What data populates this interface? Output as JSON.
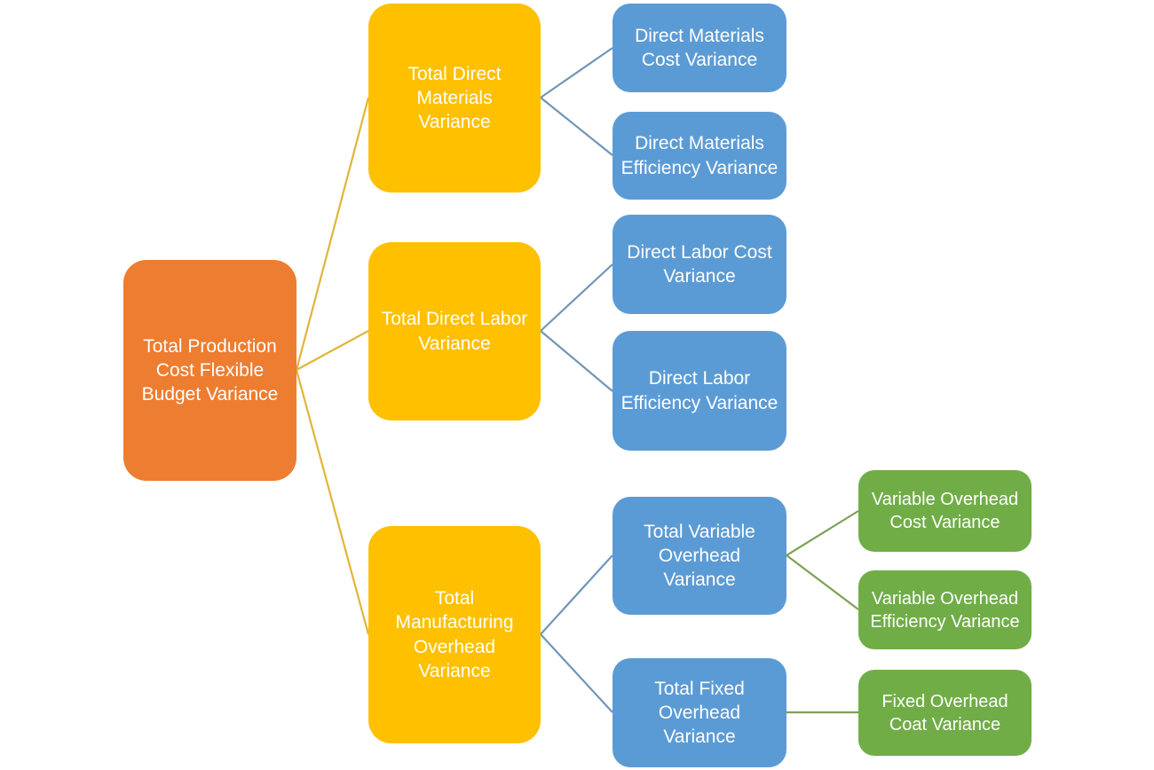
{
  "colors": {
    "root_fill": "#ED7D31",
    "level2_fill": "#FFC000",
    "level3_fill": "#5B9BD5",
    "level4_fill": "#70AD47",
    "text": "#FFFFFF",
    "connector_gold": "#E2B438",
    "connector_blue": "#7195B8",
    "connector_green": "#7CA155",
    "background": "#FFFFFF"
  },
  "nodes": {
    "root": {
      "label": "Total Production\nCost Flexible\nBudget Variance"
    },
    "total_direct_materials": {
      "label": "Total Direct\nMaterials\nVariance"
    },
    "total_direct_labor": {
      "label": "Total Direct Labor\nVariance"
    },
    "total_manufacturing_overhead": {
      "label": "Total\nManufacturing\nOverhead\nVariance"
    },
    "direct_materials_cost": {
      "label": "Direct Materials\nCost Variance"
    },
    "direct_materials_efficiency": {
      "label": "Direct Materials\nEfficiency Variance"
    },
    "direct_labor_cost": {
      "label": "Direct Labor Cost\nVariance"
    },
    "direct_labor_efficiency": {
      "label": "Direct Labor\nEfficiency Variance"
    },
    "total_variable_overhead": {
      "label": "Total Variable\nOverhead\nVariance"
    },
    "total_fixed_overhead": {
      "label": "Total Fixed\nOverhead\nVariance"
    },
    "variable_overhead_cost": {
      "label": "Variable Overhead\nCost Variance"
    },
    "variable_overhead_efficiency": {
      "label": "Variable Overhead\nEfficiency Variance"
    },
    "fixed_overhead_coat": {
      "label": "Fixed Overhead\nCoat Variance"
    }
  },
  "edges": [
    {
      "from": "root",
      "to": "total_direct_materials"
    },
    {
      "from": "root",
      "to": "total_direct_labor"
    },
    {
      "from": "root",
      "to": "total_manufacturing_overhead"
    },
    {
      "from": "total_direct_materials",
      "to": "direct_materials_cost"
    },
    {
      "from": "total_direct_materials",
      "to": "direct_materials_efficiency"
    },
    {
      "from": "total_direct_labor",
      "to": "direct_labor_cost"
    },
    {
      "from": "total_direct_labor",
      "to": "direct_labor_efficiency"
    },
    {
      "from": "total_manufacturing_overhead",
      "to": "total_variable_overhead"
    },
    {
      "from": "total_manufacturing_overhead",
      "to": "total_fixed_overhead"
    },
    {
      "from": "total_variable_overhead",
      "to": "variable_overhead_cost"
    },
    {
      "from": "total_variable_overhead",
      "to": "variable_overhead_efficiency"
    },
    {
      "from": "total_fixed_overhead",
      "to": "fixed_overhead_coat"
    }
  ]
}
